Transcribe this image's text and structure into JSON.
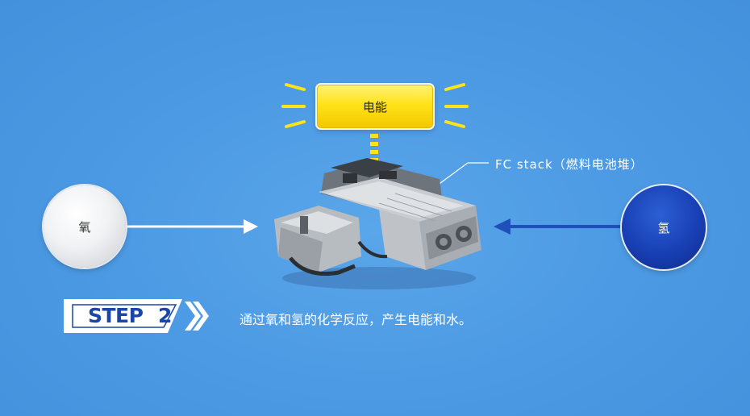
{
  "energy": {
    "label": "电能"
  },
  "oxygen": {
    "label": "氧"
  },
  "hydrogen": {
    "label": "氢"
  },
  "fc_stack": {
    "label": "FC stack（燃料电池堆）"
  },
  "step": {
    "word": "STEP",
    "number": "2"
  },
  "description": "通过氧和氢的化学反应，产生电能和水。",
  "colors": {
    "background": "#4d9be4",
    "energy_yellow": "#ffe318",
    "hydrogen_blue": "#183fb4",
    "arrow_blue": "#1f4fb8",
    "step_blue": "#1a46a8"
  },
  "icons": [
    "fuel-cell-stack-image",
    "chevron-right-icon",
    "arrow-right-icon",
    "arrow-left-icon"
  ]
}
